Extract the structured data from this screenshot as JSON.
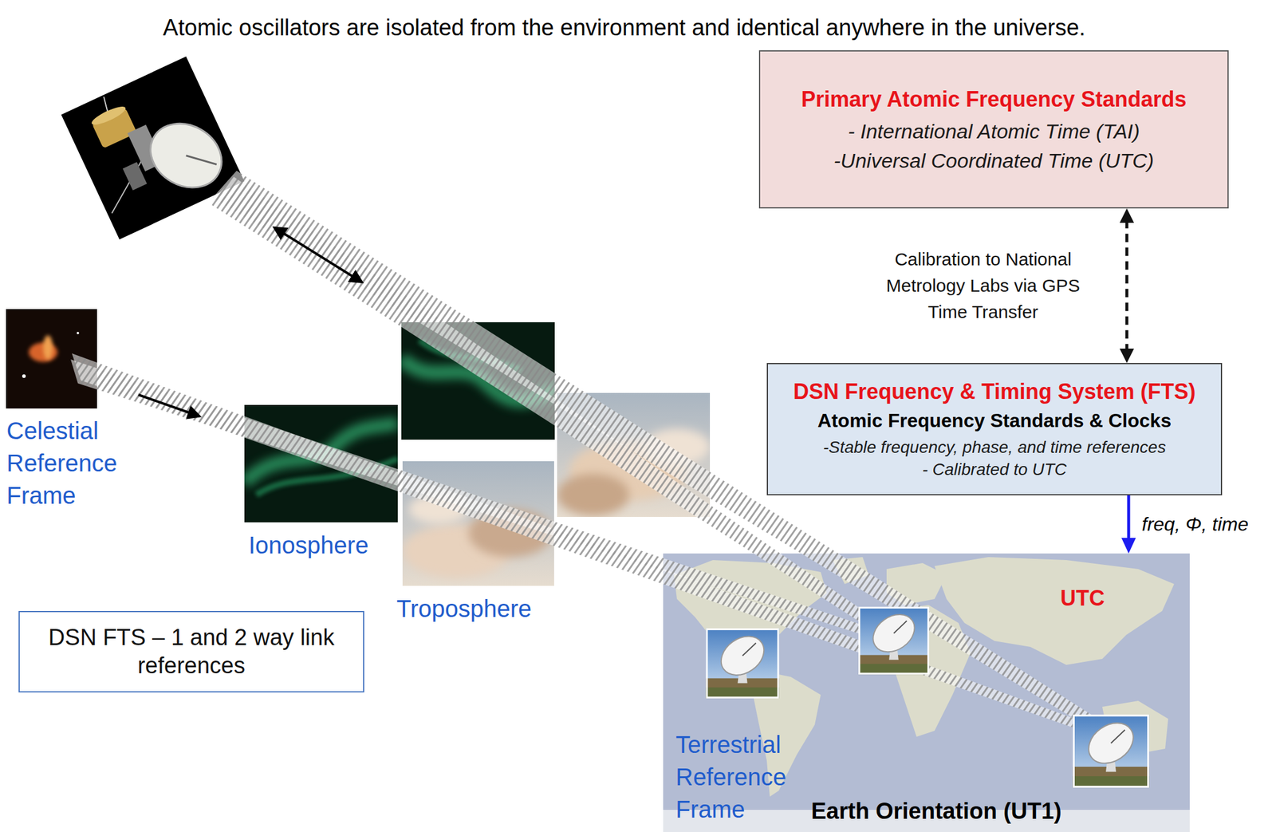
{
  "diagram": {
    "title": "Atomic oscillators are isolated from the environment and identical anywhere in the universe.",
    "nodes": [
      {
        "text": [
          "Primary Atomic Frequency Standards",
          "- International Atomic Time (TAI)",
          "-Universal Coordinated Time (UTC)"
        ]
      },
      {
        "text": [
          "DSN Frequency & Timing System (FTS)",
          "Atomic Frequency Standards & Clocks",
          "-Stable frequency, phase, and time references",
          "- Calibrated to UTC"
        ]
      },
      {
        "text": [
          "DSN FTS – 1 and 2 way link references"
        ]
      },
      {
        "text": [
          "Terrestrial Reference Frame",
          "Earth Orientation (UT1)"
        ]
      }
    ],
    "edges": [
      {
        "from": 0,
        "to": 1,
        "arrow": "both",
        "label": "Calibration to National Metrology Labs via GPS Time Transfer"
      },
      {
        "from": 1,
        "to": 3,
        "arrow": "to",
        "label": "freq, Φ, time"
      }
    ],
    "labels": [
      "Celestial Reference Frame",
      "Ionosphere",
      "Troposphere",
      "UTC"
    ]
  }
}
